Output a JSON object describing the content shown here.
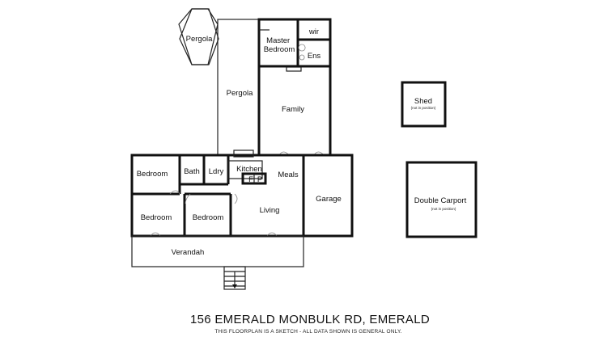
{
  "rooms": {
    "pergola_hex": "Pergola",
    "pergola": "Pergola",
    "master_bedroom": "Master\nBedroom",
    "wir": "wir",
    "ens": "Ens",
    "family": "Family",
    "shed": "Shed",
    "shed_note": "(not in position)",
    "bedroom_1": "Bedroom",
    "bath": "Bath",
    "ldry": "Ldry",
    "kitchen": "Kitchen",
    "fridge": "F",
    "pantry": "P",
    "meals": "Meals",
    "garage": "Garage",
    "bedroom_2": "Bedroom",
    "bedroom_3": "Bedroom",
    "living": "Living",
    "verandah": "Verandah",
    "double_carport": "Double Carport",
    "carport_note": "(not in position)"
  },
  "footer": {
    "address": "156 EMERALD MONBULK RD, EMERALD",
    "disclaimer": "THIS FLOORPLAN IS A SKETCH - ALL DATA SHOWN IS GENERAL ONLY."
  }
}
